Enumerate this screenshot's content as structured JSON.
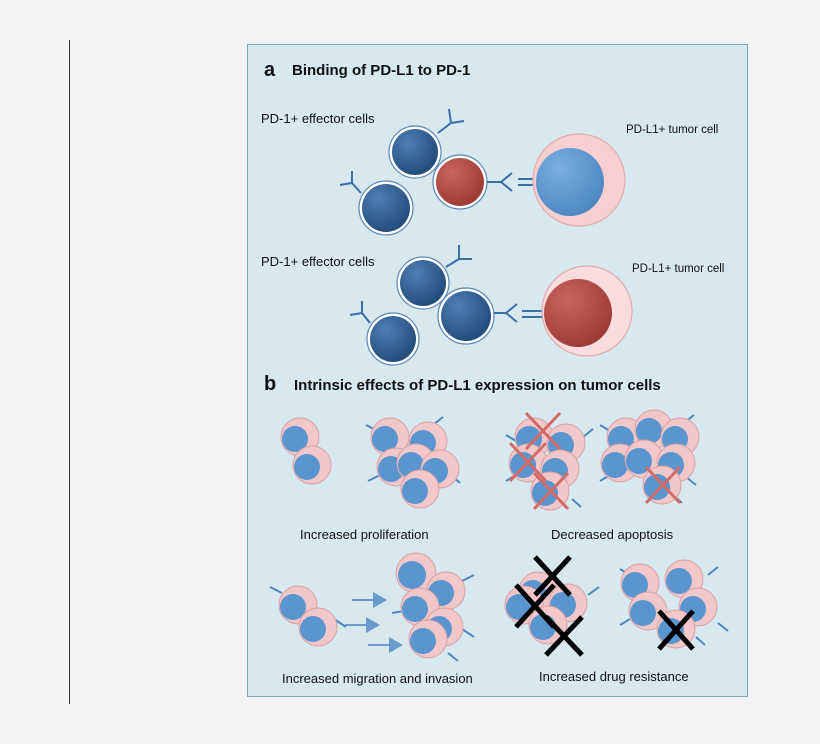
{
  "section_a": {
    "letter": "a",
    "title": "Binding of PD-L1 to PD-1",
    "effector_label_1": "PD-1+ effector cells",
    "tumor_label_1": "PD-L1+ tumor cell",
    "effector_label_2": "PD-1+ effector cells",
    "tumor_label_2": "PD-L1+ tumor cell"
  },
  "section_b": {
    "letter": "b",
    "title": "Intrinsic effects of PD-L1 expression on tumor cells",
    "captions": {
      "proliferation": "Increased proliferation",
      "apoptosis": "Decreased apoptosis",
      "migration": "Increased migration and invasion",
      "drug_resistance": "Increased drug resistance"
    }
  },
  "colors": {
    "panel_bg": "#d7e8ef",
    "panel_border": "#7aa6bb",
    "effector_cell": "#2f5f94",
    "active_cell": "#b34a45",
    "tumor_nucleus": "#5b95cf",
    "tumor_halo": "#f2c7c9",
    "cross_red": "#d26a66",
    "cross_black": "#000000"
  }
}
